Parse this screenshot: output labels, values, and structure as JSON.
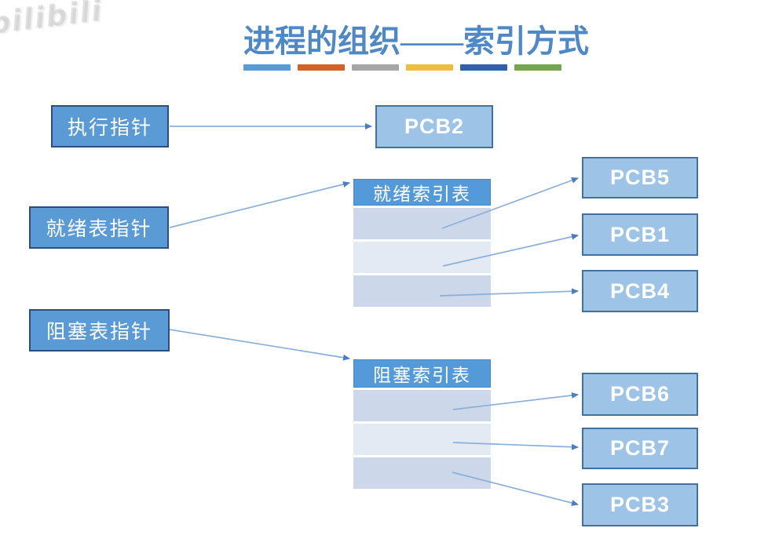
{
  "watermark": "bilibili",
  "title": {
    "text": "进程的组织——索引方式",
    "color": "#4e88c6"
  },
  "divider_bars": [
    {
      "name": "bar-blue",
      "color": "#5b9bd5"
    },
    {
      "name": "bar-orange",
      "color": "#d2622a"
    },
    {
      "name": "bar-gray",
      "color": "#a5a5a5"
    },
    {
      "name": "bar-yellow",
      "color": "#eebc3e"
    },
    {
      "name": "bar-dark-blue",
      "color": "#3061a8"
    },
    {
      "name": "bar-green",
      "color": "#73a64f"
    }
  ],
  "pointers": [
    {
      "id": "exec",
      "label": "执行指针"
    },
    {
      "id": "ready",
      "label": "就绪表指针"
    },
    {
      "id": "blocked",
      "label": "阻塞表指针"
    }
  ],
  "tables": [
    {
      "id": "ready",
      "header": "就绪索引表",
      "empty_rows": 3
    },
    {
      "id": "blocked",
      "header": "阻塞索引表",
      "empty_rows": 3
    }
  ],
  "pcbs": [
    {
      "id": "pcb2",
      "label": "PCB2"
    },
    {
      "id": "pcb5",
      "label": "PCB5"
    },
    {
      "id": "pcb1",
      "label": "PCB1"
    },
    {
      "id": "pcb4",
      "label": "PCB4"
    },
    {
      "id": "pcb6",
      "label": "PCB6"
    },
    {
      "id": "pcb7",
      "label": "PCB7"
    },
    {
      "id": "pcb3",
      "label": "PCB3"
    }
  ],
  "edges": [
    {
      "from": "执行指针",
      "to": "PCB2"
    },
    {
      "from": "就绪表指针",
      "to": "就绪索引表"
    },
    {
      "from": "就绪索引表.行1",
      "to": "PCB5"
    },
    {
      "from": "就绪索引表.行2",
      "to": "PCB1"
    },
    {
      "from": "就绪索引表.行3",
      "to": "PCB4"
    },
    {
      "from": "阻塞表指针",
      "to": "阻塞索引表"
    },
    {
      "from": "阻塞索引表.行1",
      "to": "PCB6"
    },
    {
      "from": "阻塞索引表.行2",
      "to": "PCB7"
    },
    {
      "from": "阻塞索引表.行3",
      "to": "PCB3"
    }
  ],
  "colors": {
    "pointer_box_fill": "#5b9bd5",
    "pointer_box_border": "#2c4d7e",
    "pcb_box_fill": "#9dc3e6",
    "pcb_box_border": "#41719c",
    "table_header_fill": "#549ad8",
    "table_row_dark": "#ccd7e9",
    "table_row_light": "#e4eaf4",
    "arrow_line": "#8aafda",
    "arrow_head": "#4a7ebf"
  }
}
